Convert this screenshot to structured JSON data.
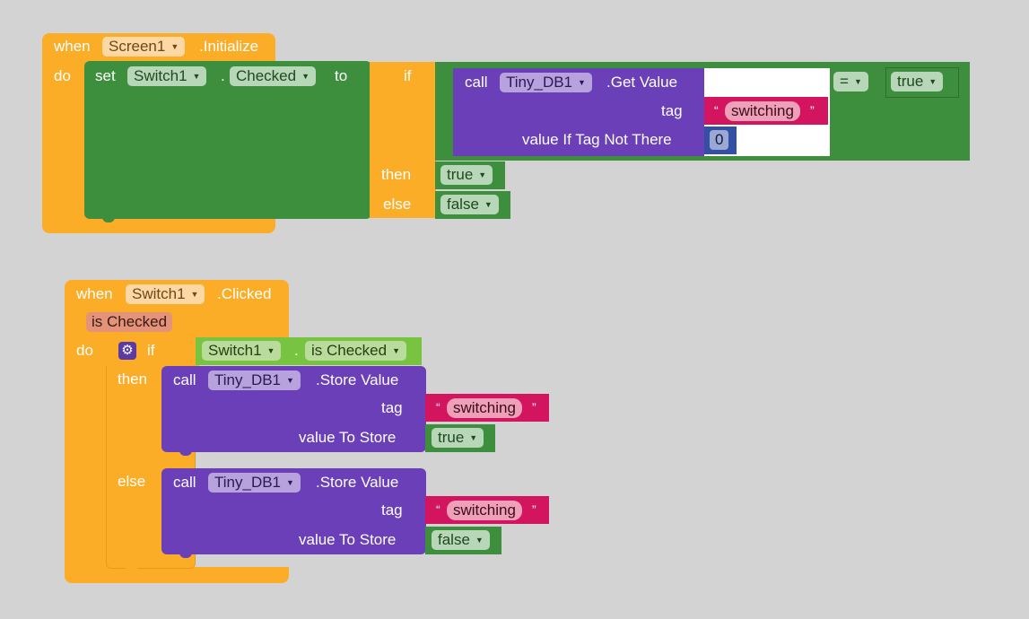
{
  "block1": {
    "when": "when",
    "component": "Screen1",
    "event": ".Initialize",
    "do": "do",
    "set": "set",
    "set_component": "Switch1",
    "dot": ".",
    "property": "Checked",
    "to": "to",
    "if": "if",
    "then": "then",
    "else": "else",
    "call": "call",
    "db": "Tiny_DB1",
    "method": ".Get Value",
    "tag_label": "tag",
    "tag_value": "switching",
    "open_quote": "“",
    "close_quote": "”",
    "default_label": "value If Tag Not There",
    "default_value": "0",
    "compare_op": "=",
    "compare_value": "true",
    "then_value": "true",
    "else_value": "false"
  },
  "block2": {
    "when": "when",
    "component": "Switch1",
    "event": ".Clicked",
    "param": "is Checked",
    "do": "do",
    "if": "if",
    "cond_component": "Switch1",
    "dot": ".",
    "cond_property": "is Checked",
    "then": "then",
    "else": "else",
    "call": "call",
    "db": "Tiny_DB1",
    "method": ".Store Value",
    "tag_label": "tag",
    "tag_value": "switching",
    "open_quote": "“",
    "close_quote": "”",
    "store_label": "value To Store",
    "then_store": "true",
    "else_store": "false"
  },
  "colors": {
    "event": "#fbad27",
    "control": "#fbad27",
    "setter": "#3d8f3d",
    "logic": "#3d8f3d",
    "tinydb": "#6a3fb8",
    "text": "#d3155f",
    "math": "#3450a4",
    "component_getter": "#78c440"
  },
  "icons": {
    "mutator": "gear-icon",
    "dropdown": "chevron-down-icon"
  }
}
